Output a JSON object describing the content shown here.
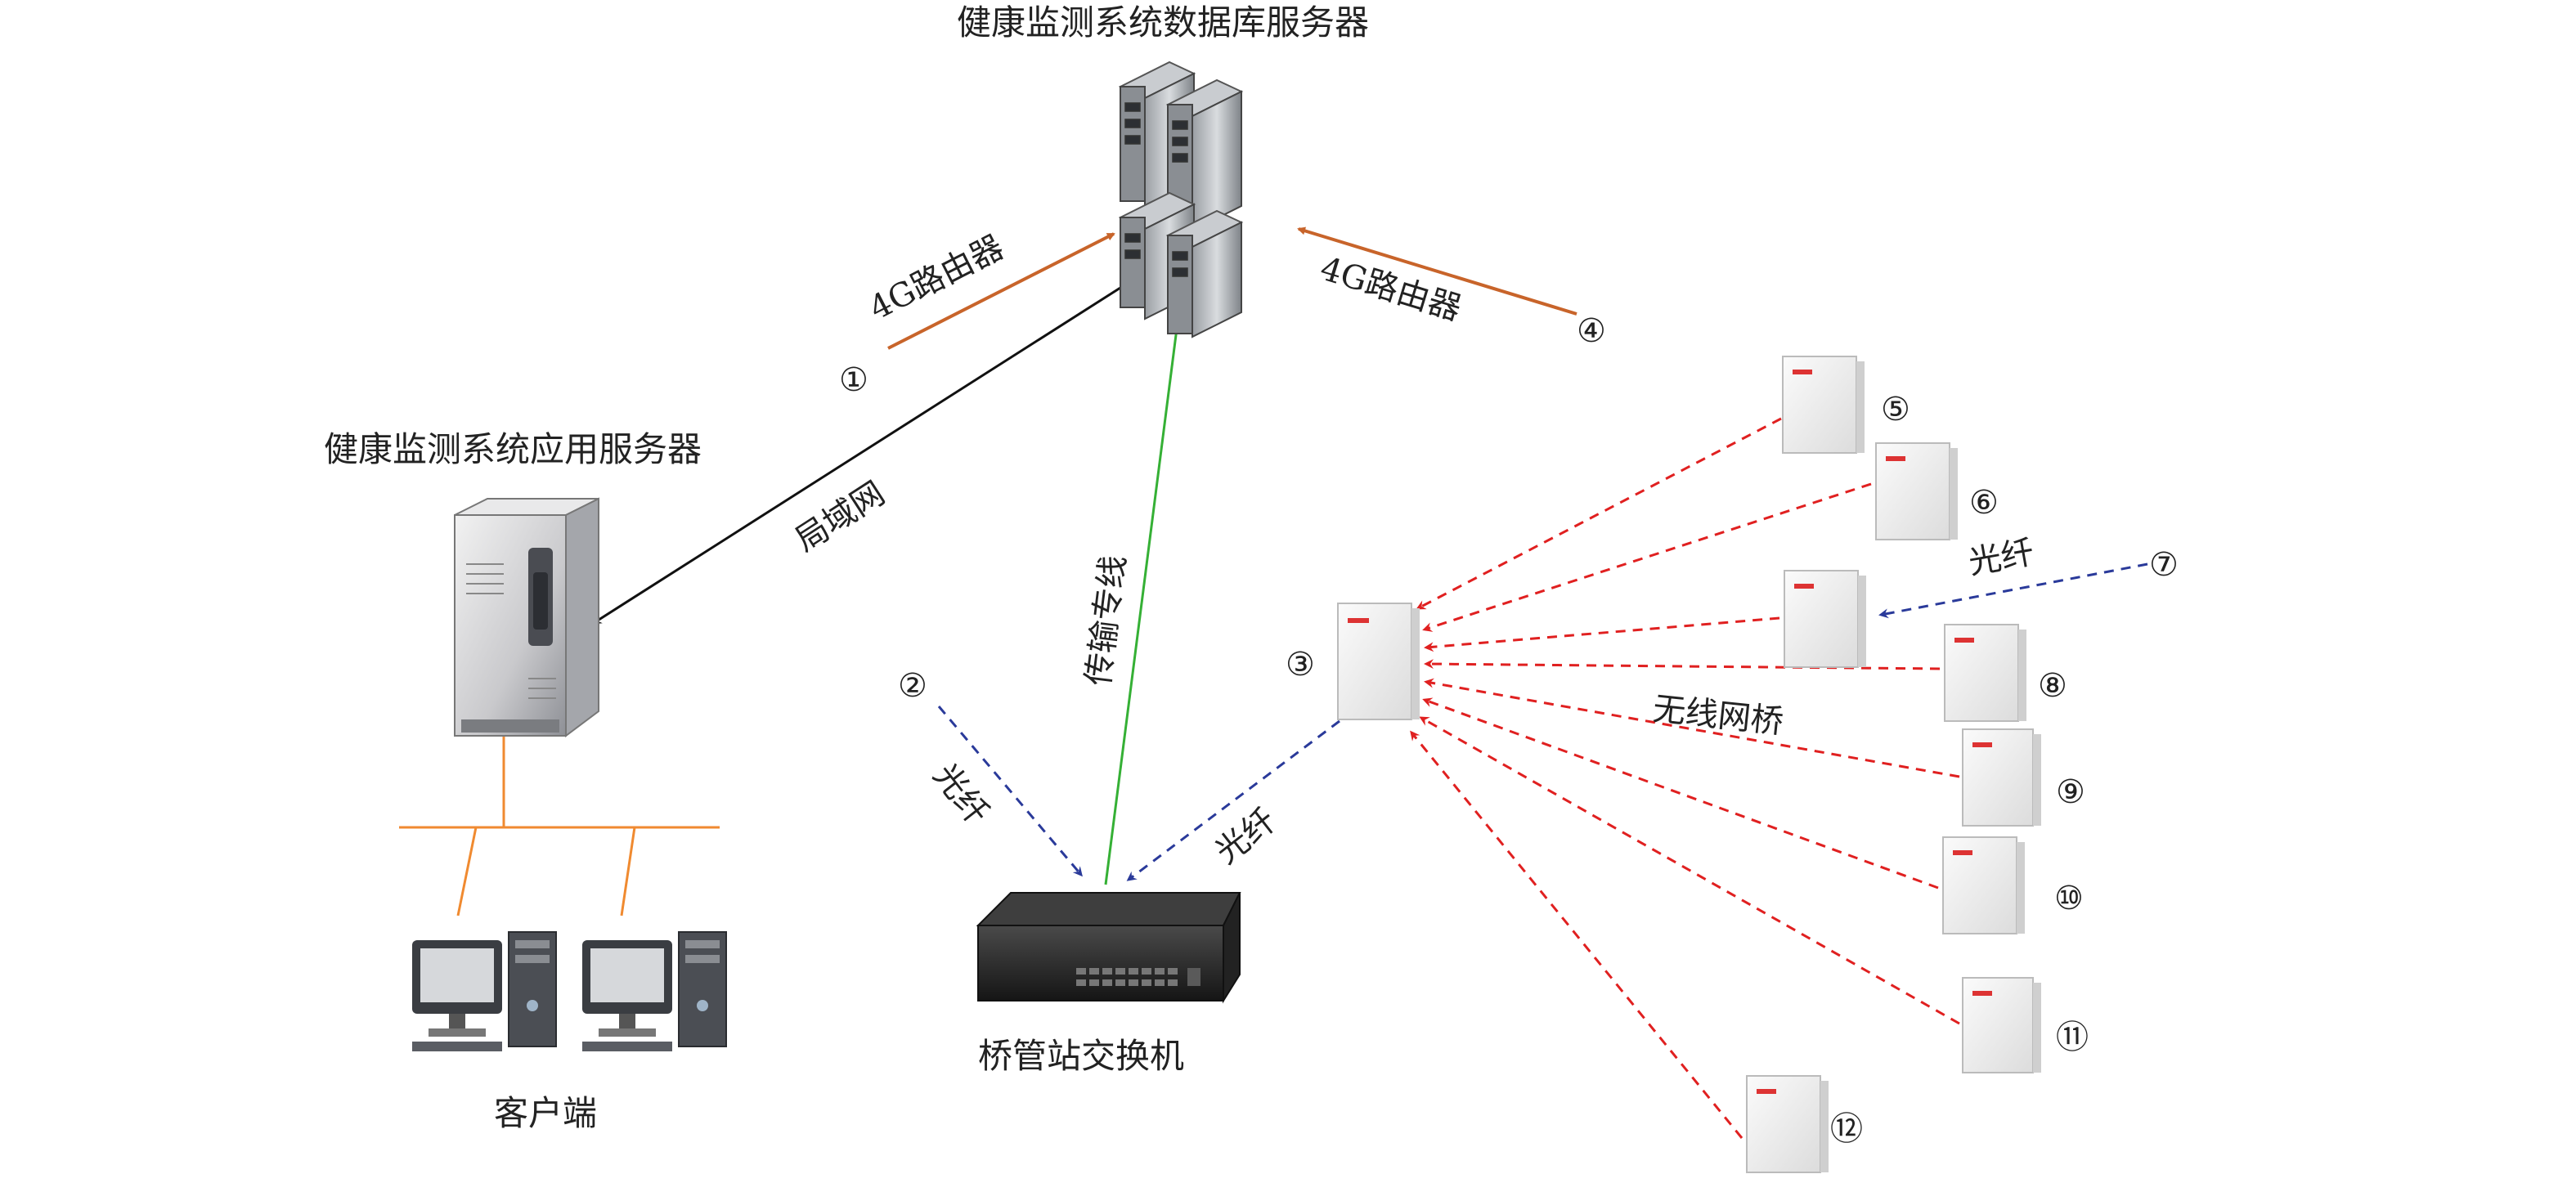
{
  "labels": {
    "db_server": "健康监测系统数据库服务器",
    "app_server": "健康监测系统应用服务器",
    "client": "客户端",
    "switch": "桥管站交换机",
    "router_left": "4G路由器",
    "router_right": "4G路由器",
    "lan": "局域网",
    "dedicated_line": "传输专线",
    "fiber_2": "光纤",
    "fiber_3": "光纤",
    "fiber_7": "光纤",
    "wireless_bridge": "无线网桥"
  },
  "nodes": {
    "n1": "①",
    "n2": "②",
    "n3": "③",
    "n4": "④",
    "n5": "⑤",
    "n6": "⑥",
    "n7": "⑦",
    "n8": "⑧",
    "n9": "⑨",
    "n10": "⑩",
    "n11": "⑪",
    "n12": "⑫"
  },
  "colors": {
    "router_arrow": "#c8642a",
    "lan_arrow": "#111111",
    "dedicated_arrow": "#35b035",
    "fiber_arrow": "#2a3a9a",
    "wireless_arrow": "#e02020",
    "lan_bus": "#f08a30"
  }
}
